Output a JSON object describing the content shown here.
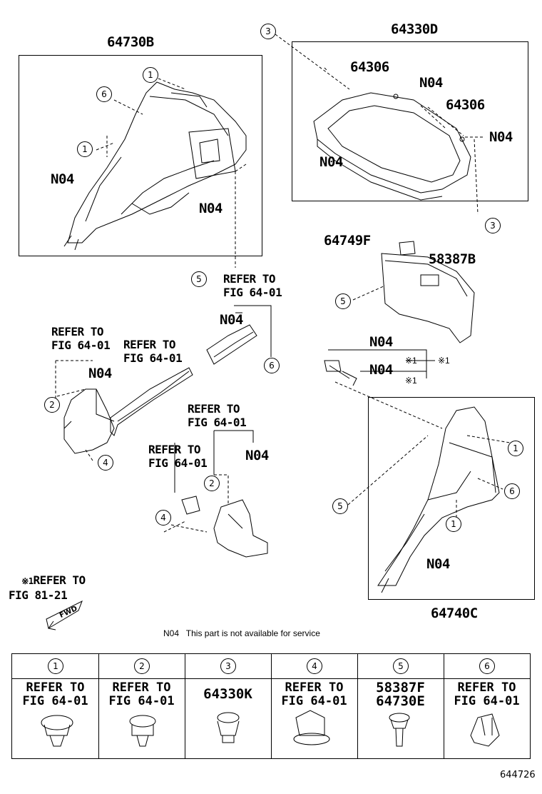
{
  "diagram_id": "644726",
  "groups": {
    "g1": {
      "label": "64730B"
    },
    "g2": {
      "label": "64330D"
    },
    "g3": {
      "label": "58387B"
    },
    "g4": {
      "label": "64740C"
    }
  },
  "parts": {
    "p64306a": "64306",
    "p64306b": "64306",
    "p64749f": "64749F"
  },
  "n04": "N04",
  "refer": {
    "fig6401": "REFER TO\nFIG 64-01",
    "fig8121": "REFER TO\nFIG 81-21",
    "mark": "※1"
  },
  "note": "N04   This part is not available for service",
  "fwd": "FWD",
  "callouts": [
    "1",
    "2",
    "3",
    "4",
    "5",
    "6"
  ],
  "legend": [
    {
      "num": "1",
      "text": "REFER TO\nFIG 64-01"
    },
    {
      "num": "2",
      "text": "REFER TO\nFIG 64-01"
    },
    {
      "num": "3",
      "text": "64330K"
    },
    {
      "num": "4",
      "text": "REFER TO\nFIG 64-01"
    },
    {
      "num": "5",
      "text": "58387F\n64730E"
    },
    {
      "num": "6",
      "text": "REFER TO\nFIG 64-01"
    }
  ]
}
